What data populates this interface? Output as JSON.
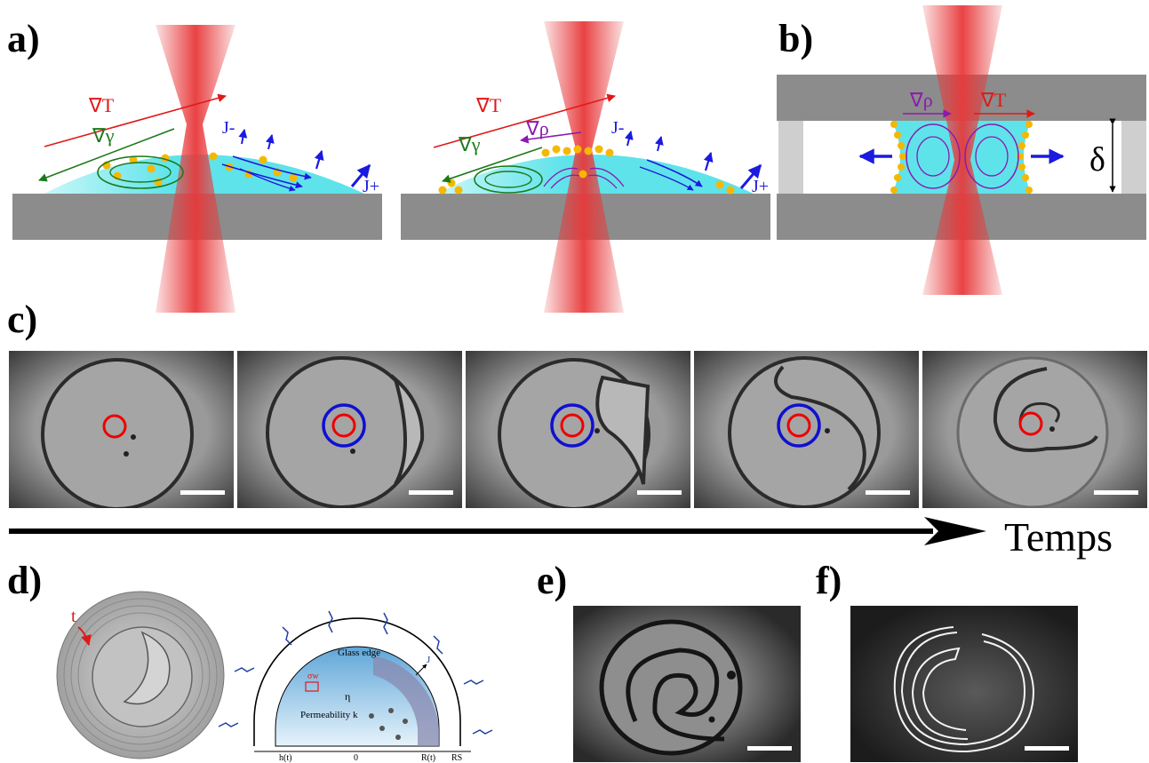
{
  "panel_labels": {
    "a": "a)",
    "b": "b)",
    "c": "c)",
    "d": "d)",
    "e": "e)",
    "f": "f)"
  },
  "panel_a": {
    "left": {
      "grad_T": "∇T",
      "grad_gamma": "∇γ",
      "flux_minus": "J-",
      "flux_plus": "J+"
    },
    "right": {
      "grad_T": "∇T",
      "grad_gamma": "∇γ",
      "grad_rho": "∇ρ",
      "flux_minus": "J-",
      "flux_plus": "J+"
    }
  },
  "panel_b": {
    "grad_rho": "∇ρ",
    "grad_T": "∇T",
    "gap": "δ"
  },
  "panel_c": {
    "time_axis_label": "Temps",
    "frames": 5
  },
  "panel_d": {
    "time_label": "t",
    "glass_edge": "Glass edge",
    "permeability": "Permeability k",
    "eta": "η",
    "sigma": "σw",
    "flux": "J",
    "axis_h": "h(t)",
    "axis_zero": "0",
    "axis_R": "R(t)",
    "axis_Rs": "RS"
  },
  "colors": {
    "laser": "#e8383a",
    "droplet": "#5fe3ea",
    "particles": "#f5b800",
    "substrate": "#8c8c8c",
    "flux": "#1a1ae0",
    "grad_T": "#e01818",
    "grad_gamma": "#1a7a1a",
    "grad_rho": "#8a1ab0"
  }
}
